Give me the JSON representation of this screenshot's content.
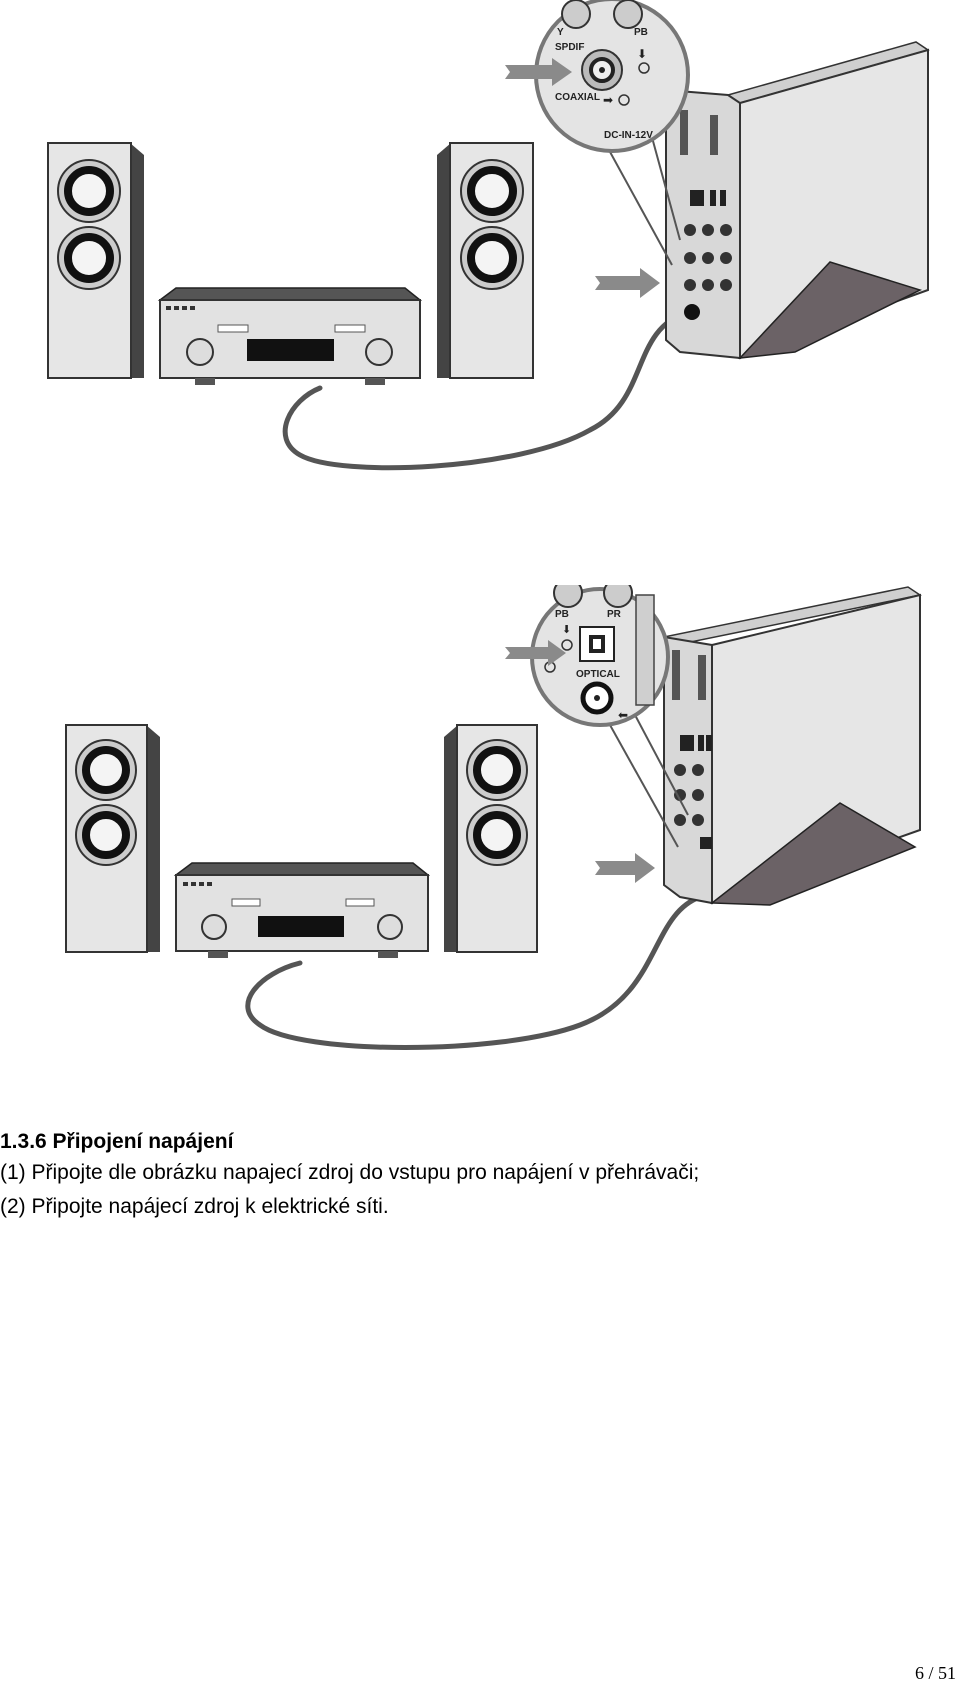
{
  "figures": [
    {
      "zoom_labels": {
        "top_left": "Y",
        "top_right": "PB",
        "port_name": "SPDIF",
        "port_label": "COAXIAL",
        "power_label": "DC-IN-12V"
      }
    },
    {
      "zoom_labels": {
        "top_left": "PB",
        "top_right": "PR",
        "port_label": "OPTICAL"
      }
    }
  ],
  "section": {
    "title": "1.3.6 Připojení napájení",
    "steps": [
      "(1) Připojte dle obrázku napajecí zdroj do vstupu pro napájení v přehrávači;",
      "(2) Připojte napájecí zdroj k elektrické síti."
    ]
  },
  "footer": {
    "page_number": "6 / 51"
  }
}
